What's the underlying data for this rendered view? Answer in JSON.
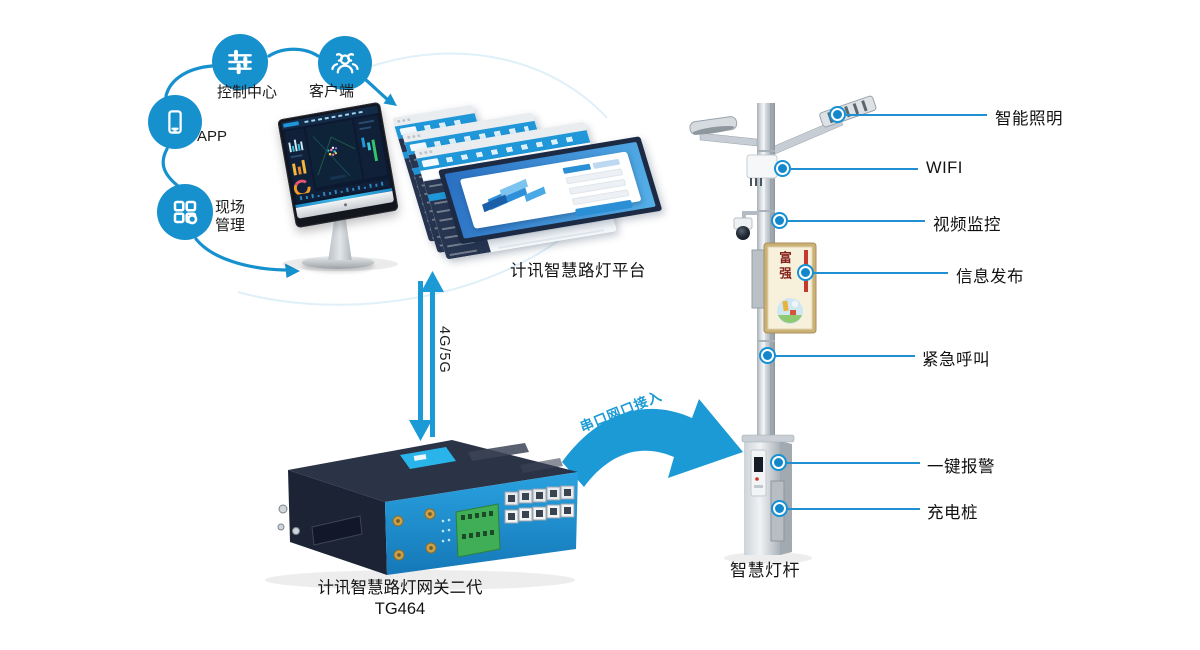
{
  "flow": {
    "nodes": [
      {
        "label": "控制中心",
        "icon": "sliders-icon"
      },
      {
        "label": "客户端",
        "icon": "users-icon"
      },
      {
        "label": "APP",
        "icon": "smartphone-icon"
      },
      {
        "label": "现场管理",
        "icon": "grid-icon"
      }
    ]
  },
  "platform": {
    "caption": "计讯智慧路灯平台"
  },
  "uplink": {
    "label": "4G/5G"
  },
  "gateway": {
    "caption": "计讯智慧路灯网关二代",
    "model": "TG464"
  },
  "access": {
    "label": "串口网口接入"
  },
  "pole": {
    "caption": "智慧灯杆",
    "poster_title": "富强",
    "features": [
      {
        "label": "智能照明"
      },
      {
        "label": "WIFI"
      },
      {
        "label": "视频监控"
      },
      {
        "label": "信息发布"
      },
      {
        "label": "紧急呼叫"
      },
      {
        "label": "一键报警"
      },
      {
        "label": "充电桩"
      }
    ]
  },
  "colors": {
    "brand_blue": "#1791cd",
    "arrow_blue": "#1b9ad6",
    "callout_blue": "#2190d2",
    "text": "#141414"
  }
}
